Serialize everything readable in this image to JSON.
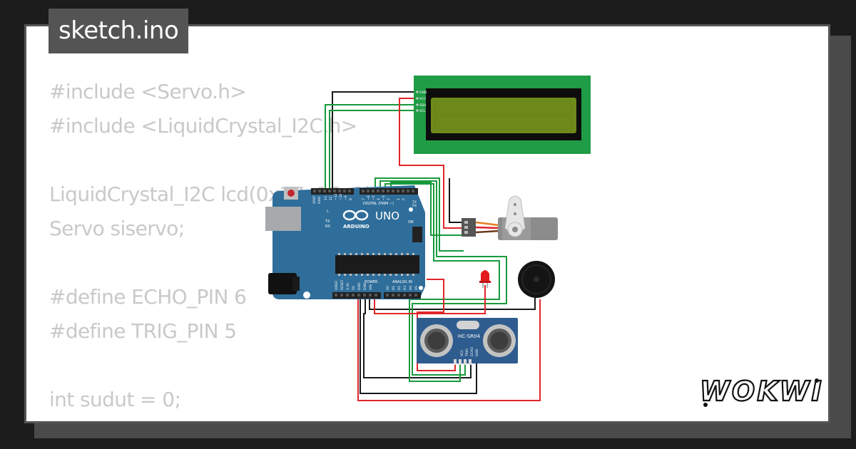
{
  "file_tab": {
    "label": "sketch.ino"
  },
  "code_lines": [
    "#include <Servo.h>",
    "#include <LiquidCrystal_I2C.h>",
    "",
    "LiquidCrystal_I2C lcd(0x27, 16, 2);",
    "Servo siservo;",
    "",
    "#define ECHO_PIN 6",
    "#define TRIG_PIN 5",
    "",
    "int sudut = 0;"
  ],
  "brand": {
    "name": "WOKWI"
  },
  "board": {
    "logo": "UNO",
    "subtitle": "ARDUINO",
    "digital_header": "DIGITAL (PWM ~)",
    "analog_header": "ANALOG IN",
    "power_header": "POWER",
    "on_label": "ON",
    "l_label": "L",
    "tx_label": "TX",
    "rx_label": "RX",
    "aref_label": "AREF",
    "gnd_label": "GND",
    "digital_pins": [
      "13",
      "12",
      "~11",
      "~10",
      "~9",
      "8",
      "7",
      "~6",
      "~5",
      "4",
      "~3",
      "2",
      "1",
      "0"
    ],
    "analog_pins": [
      "A0",
      "A1",
      "A2",
      "A3",
      "A4",
      "A5"
    ],
    "power_pins": [
      "IOREF",
      "RESET",
      "3.3V",
      "5V",
      "GND",
      "GND",
      "VIN"
    ]
  },
  "sensor": {
    "model": "HC-SR04",
    "pins": [
      "VCC",
      "TRIG",
      "ECHO",
      "GND"
    ]
  },
  "lcd": {
    "pins": [
      "GND",
      "VCC",
      "SDA",
      "SCL"
    ]
  },
  "colors": {
    "card_border": "#545454",
    "code_text": "#c9c9c9",
    "board_blue": "#2f6e9a",
    "lcd_green": "#1f9c45",
    "lcd_screen": "#6e8a1a",
    "sensor_blue": "#2e5c8e",
    "servo_gray": "#8c8c8c",
    "wire_red": "#e0252a",
    "wire_black": "#1a1a1a",
    "wire_green": "#189a3c",
    "led_red": "#e31b1b",
    "buzzer": "#141414"
  }
}
